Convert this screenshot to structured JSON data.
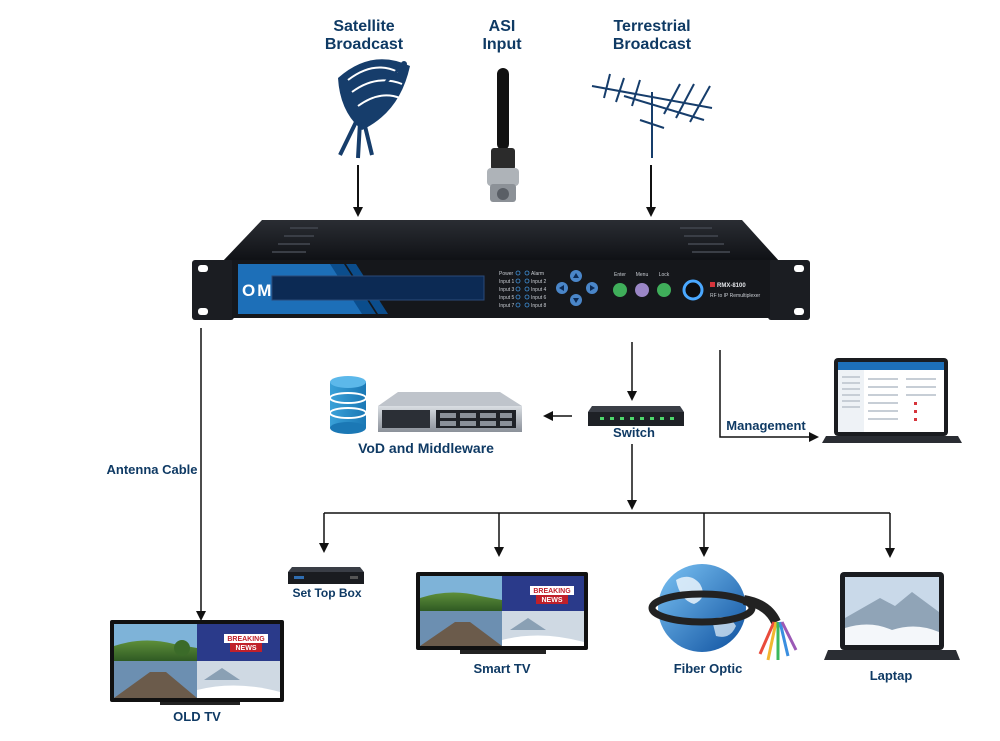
{
  "sources": {
    "satellite": "Satellite\nBroadcast",
    "asi": "ASI\nInput",
    "terrestrial": "Terrestrial\nBroadcast"
  },
  "device": {
    "brand": "OMID",
    "model": "RMX-8100",
    "subtitle": "RF to IP Remultiplexer",
    "status_leds": [
      "Power",
      "Input 1",
      "Input 3",
      "Input 5",
      "Input 7"
    ],
    "status_leds_right": [
      "Alarm",
      "Input 2",
      "Input 4",
      "Input 6",
      "Input 8"
    ],
    "buttons": [
      "Enter",
      "Menu",
      "Lock"
    ]
  },
  "labels": {
    "antenna_cable": "Antenna Cable",
    "vod": "VoD and Middleware",
    "switch": "Switch",
    "management": "Management",
    "set_top_box": "Set Top Box",
    "smart_tv": "Smart TV",
    "fiber_optic": "Fiber Optic",
    "laptop": "Laptap",
    "old_tv": "OLD TV"
  },
  "tv_overlay": {
    "line1": "BREAKING",
    "line2": "NEWS"
  },
  "colors": {
    "label": "#0f3a64",
    "accent_blue": "#1d6fb8",
    "dish": "#163d6b"
  }
}
